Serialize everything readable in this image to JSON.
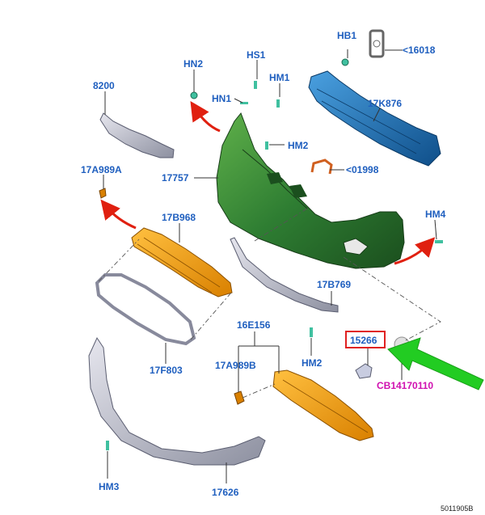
{
  "colors": {
    "label": "#1f5fbf",
    "highlight_label": "#d010b0",
    "green_bumper": "#2e7d32",
    "orange_part": "#f0a020",
    "blue_beam": "#1e6fb0",
    "grey_part": "#a8aab8",
    "red_arrow": "#e02010",
    "green_arrow": "#22cc22",
    "highlight_box": "#e02020"
  },
  "labels": {
    "hb1": "HB1",
    "p16018": "<16018",
    "hs1": "HS1",
    "hn2_top": "HN2",
    "hm1": "HM1",
    "hn1": "HN1",
    "p8200": "8200",
    "p17k876": "17K876",
    "hm2_top": "HM2",
    "p01998": "<01998",
    "p17a989a": "17A989A",
    "p17757": "17757",
    "p17b968": "17B968",
    "hm4": "HM4",
    "p17b769": "17B769",
    "p16e156": "16E156",
    "p15266": "15266",
    "p17f803": "17F803",
    "p17a989b": "17A989B",
    "hm2_bottom": "HM2",
    "cb_code": "CB14170110",
    "hm3": "HM3",
    "p17626": "17626",
    "figure_id": "5011905B"
  },
  "icons": [
    "red-curved-arrow",
    "green-pointer-arrow",
    "highlight-box",
    "clip-icon"
  ]
}
